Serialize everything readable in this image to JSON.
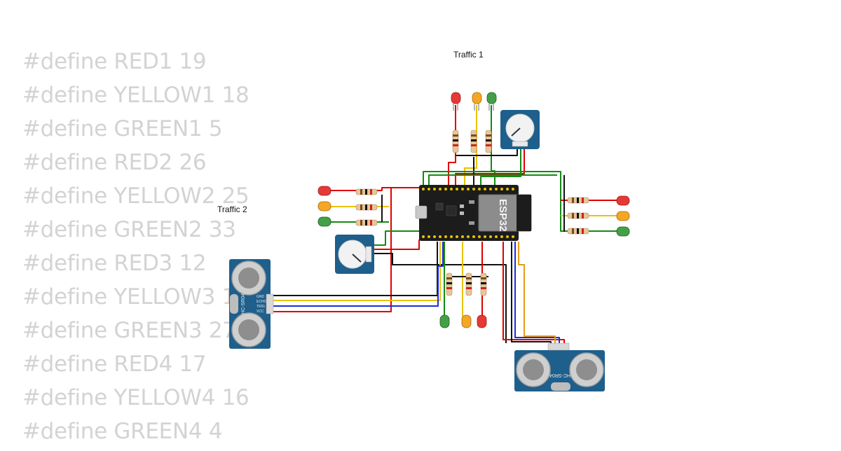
{
  "defines": [
    "#define RED1 19",
    "#define YELLOW1 18",
    "#define GREEN1 5",
    "#define RED2 26",
    "#define YELLOW2 25",
    "#define GREEN2 33",
    "#define RED3 12",
    "#define YELLOW3 1",
    "#define GREEN3 27",
    "#define RED4 17",
    "#define YELLOW4 16",
    "#define GREEN4 4"
  ],
  "labels": {
    "traffic1": "Traffic 1",
    "traffic2": "Traffic 2"
  },
  "board": {
    "chip_label": "ESP32"
  },
  "sensors": {
    "part_label": "HC-SR04",
    "pins": [
      "VCC",
      "TRIG",
      "ECHO",
      "GND"
    ]
  },
  "colors": {
    "led_red": "#e53935",
    "led_yellow": "#f5a623",
    "led_green": "#43a047",
    "wire_red": "#e00000",
    "wire_black": "#111111",
    "wire_green": "#138a13",
    "wire_yellow": "#e8c400",
    "wire_blue": "#1a2fd6",
    "wire_orange": "#e69a1a",
    "board": "#1c1c1c",
    "module_blue": "#1e5f8c"
  }
}
